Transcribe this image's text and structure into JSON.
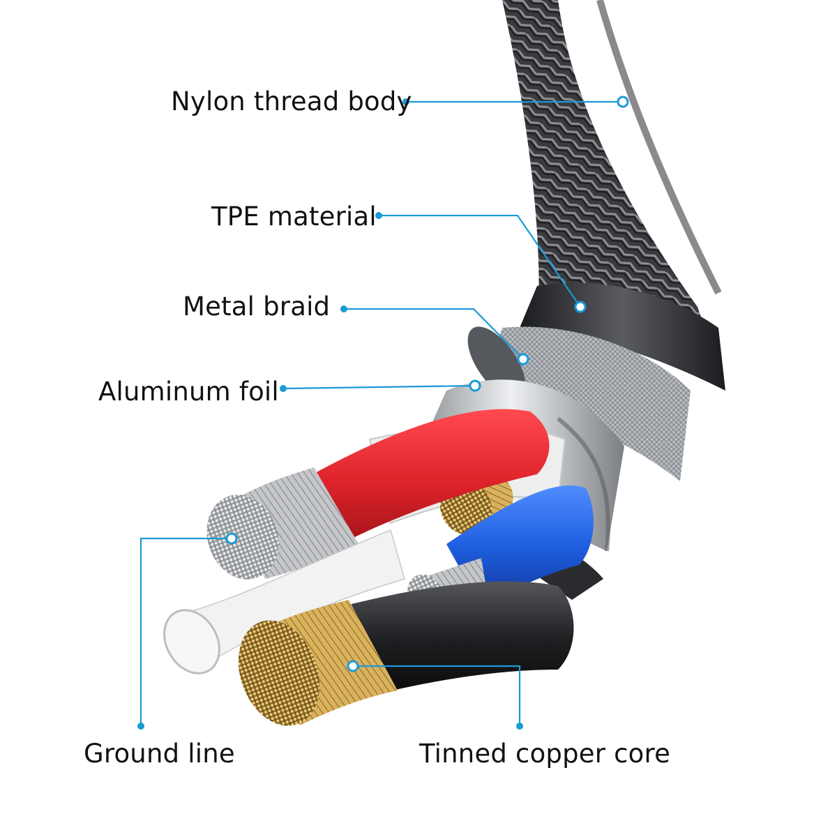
{
  "labels": {
    "nylon": "Nylon thread body",
    "tpe": "TPE material",
    "metal_braid": "Metal braid",
    "aluminum_foil": "Aluminum foil",
    "ground_line": "Ground line",
    "tinned_copper_core": "Tinned copper core"
  },
  "colors": {
    "leader": "#1a9ad6",
    "nylon_braid": "#3a3b3f",
    "tpe_jacket": "#2e2f33",
    "metal_braid": "#b8bcc1",
    "aluminum_foil": "#c9cbce",
    "red_wire": "#e0242b",
    "white_wire": "#eeeeee",
    "blue_wire": "#1f5fe0",
    "black_wire": "#1f1f22",
    "copper": "#c9a04e",
    "silver_strands": "#a9acb0"
  }
}
